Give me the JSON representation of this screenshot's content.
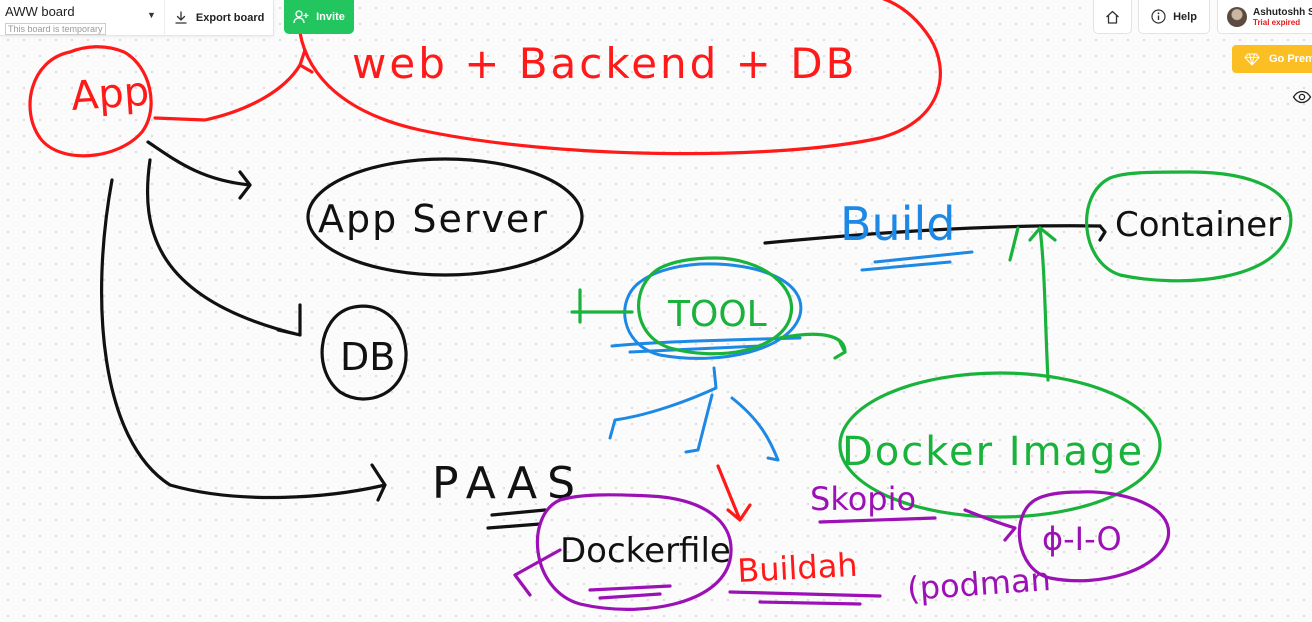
{
  "board": {
    "name": "AWW board",
    "temp_notice": "This board is temporary"
  },
  "toolbar": {
    "export_label": "Export board",
    "invite_label": "Invite",
    "help_label": "Help",
    "premium_label": "Go Premium"
  },
  "user": {
    "name": "Ashutoshh Singh",
    "status": "Trial expired"
  },
  "colors": {
    "invite": "#22c55e",
    "premium": "#fbbf24",
    "trial_expired": "#e11d1d",
    "ink_red": "#ff1a1a",
    "ink_black": "#111111",
    "ink_blue": "#1e88e5",
    "ink_green": "#19b23b",
    "ink_purple": "#9c11b5"
  },
  "icons": [
    "chevron-down-icon",
    "download-icon",
    "add-user-icon",
    "home-icon",
    "help-icon",
    "diamond-icon",
    "eye-icon"
  ],
  "canvas": {
    "labels": {
      "app": "App",
      "web_backend_db": "web + Backend + DB",
      "app_server": "App Server",
      "db": "DB",
      "paas": "PAAS",
      "build": "Build",
      "container": "Container",
      "tool": "TOOL",
      "docker_image": "Docker Image",
      "dockerfile": "Dockerfile",
      "buildah": "Buildah",
      "skopio": "Skopio",
      "podman": "(podman",
      "prefix": "(",
      "misc": "ɸ-I-O"
    }
  }
}
